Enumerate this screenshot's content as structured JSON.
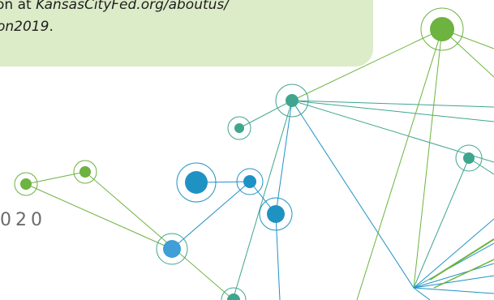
{
  "callout": {
    "line1_prefix": "on at ",
    "line1_link": "KansasCityFed.org/aboutus/",
    "line2_link": "on2019",
    "line2_suffix": "."
  },
  "year_fragment": "020",
  "colors": {
    "callout_bg": "#dcebc8",
    "green": "#6cb33f",
    "teal": "#3fa58f",
    "blue": "#1f92c4",
    "light_blue": "#3f9fd6",
    "node_ring": "#6cbfa8"
  }
}
